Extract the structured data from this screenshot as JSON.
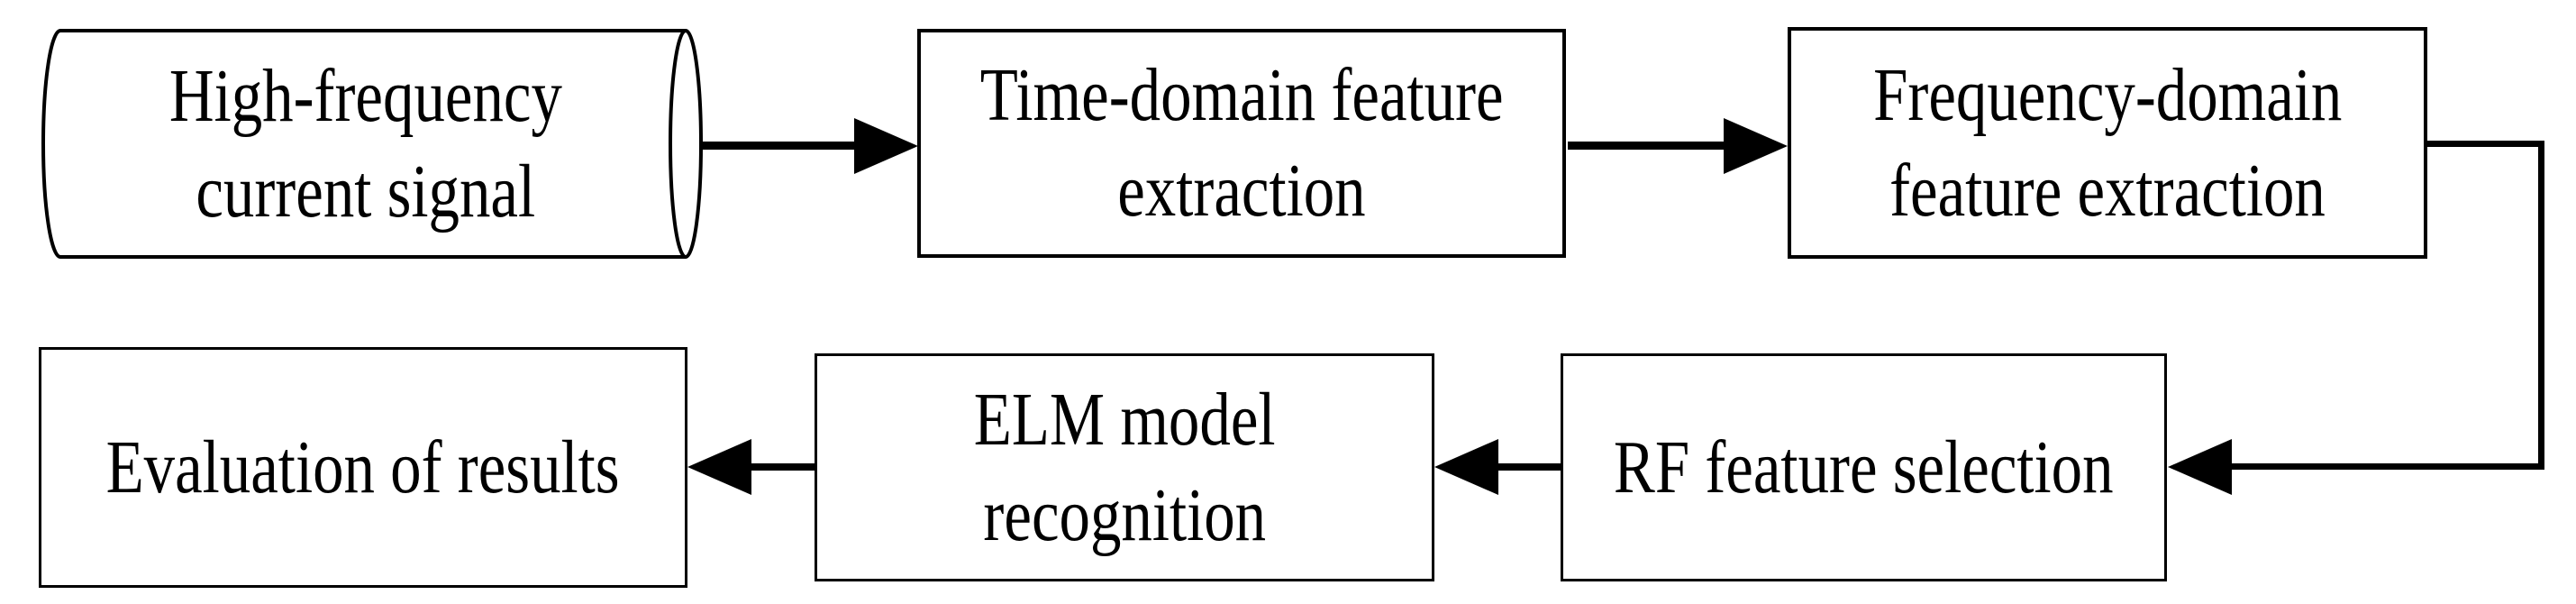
{
  "diagram": {
    "background_color": "#ffffff",
    "line_color": "#000000",
    "nodes": [
      {
        "id": "high-frequency-current-signal",
        "shape": "cylinder",
        "lines": [
          "High-frequency",
          "current signal"
        ]
      },
      {
        "id": "time-domain-feature-extraction",
        "shape": "rectangle",
        "lines": [
          "Time-domain feature",
          "extraction"
        ]
      },
      {
        "id": "frequency-domain-feature-extraction",
        "shape": "rectangle",
        "lines": [
          "Frequency-domain",
          "feature extraction"
        ]
      },
      {
        "id": "rf-feature-selection",
        "shape": "rectangle",
        "lines": [
          "RF feature selection"
        ]
      },
      {
        "id": "elm-model-recognition",
        "shape": "rectangle",
        "lines": [
          "ELM model",
          "recognition"
        ]
      },
      {
        "id": "evaluation-of-results",
        "shape": "rectangle",
        "lines": [
          "Evaluation of results"
        ]
      }
    ],
    "edges": [
      {
        "from": "high-frequency-current-signal",
        "to": "time-domain-feature-extraction"
      },
      {
        "from": "time-domain-feature-extraction",
        "to": "frequency-domain-feature-extraction"
      },
      {
        "from": "frequency-domain-feature-extraction",
        "to": "rf-feature-selection"
      },
      {
        "from": "rf-feature-selection",
        "to": "elm-model-recognition"
      },
      {
        "from": "elm-model-recognition",
        "to": "evaluation-of-results"
      }
    ]
  }
}
